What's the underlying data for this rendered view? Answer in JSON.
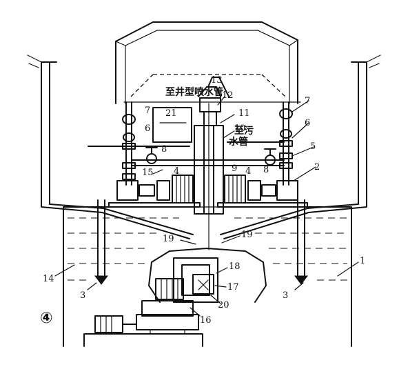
{
  "diagram": {
    "title_top": "至井型喷水管",
    "title_side_line1": "至污",
    "title_side_line2": "水管",
    "figure_mark": "④",
    "labels": {
      "n1": "1",
      "n2": "2",
      "n3a": "3",
      "n3b": "3",
      "n4a": "4",
      "n4b": "4",
      "n5": "5",
      "n6a": "6",
      "n6b": "6",
      "n7a": "7",
      "n7b": "7",
      "n8a": "8",
      "n8b": "8",
      "n9": "9",
      "n10": "10",
      "n11": "11",
      "n12": "12",
      "n13": "13",
      "n14": "14",
      "n15": "15",
      "n16": "16",
      "n17": "17",
      "n18": "18",
      "n19a": "19",
      "n19b": "19",
      "n20": "20",
      "n21": "21"
    }
  }
}
